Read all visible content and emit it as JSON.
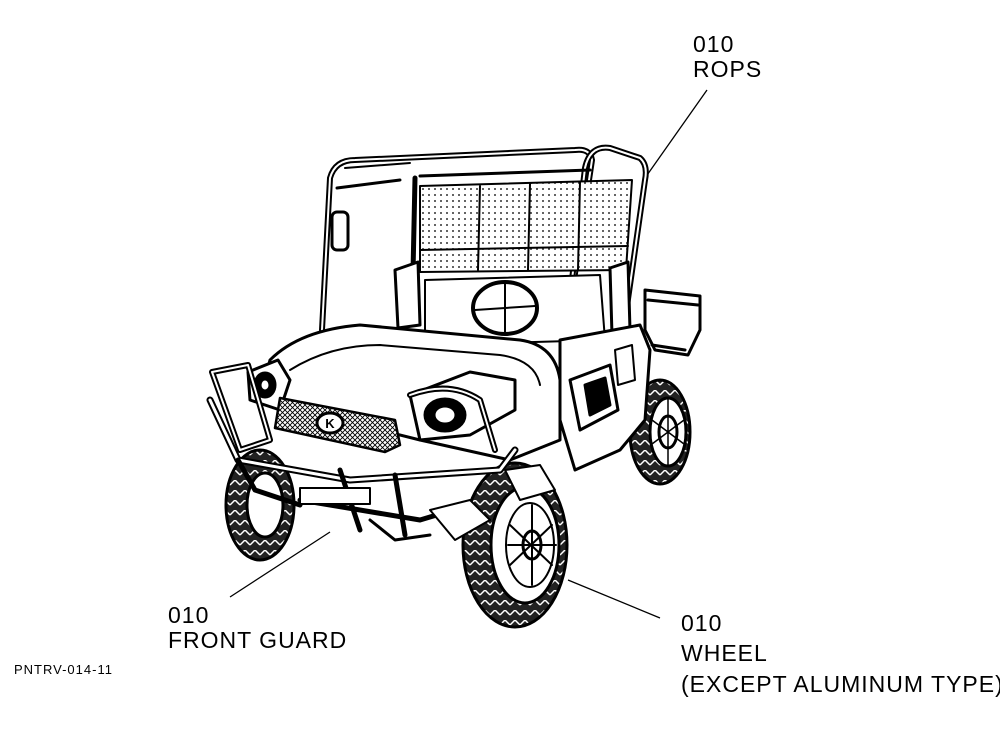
{
  "callouts": {
    "rops": {
      "code": "010",
      "name": "ROPS"
    },
    "front_guard": {
      "code": "010",
      "name": "FRONT GUARD"
    },
    "wheel": {
      "code": "010",
      "name": "WHEEL",
      "note": "(EXCEPT ALUMINUM TYPE)"
    }
  },
  "reference_code": "PNTRV-014-11",
  "vehicle": {
    "grille_logo": "K"
  }
}
